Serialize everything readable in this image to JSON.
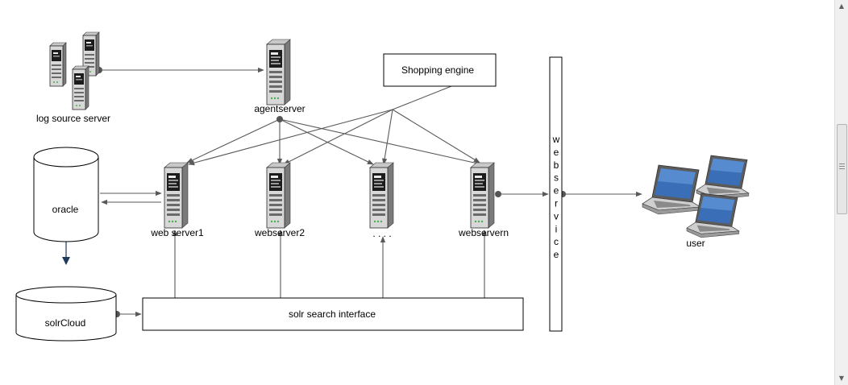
{
  "colors": {
    "edge": "#5a5a5a",
    "db_edge": "#1f3a5a",
    "box_stroke": "#000000"
  },
  "nodes": {
    "log_source_server": {
      "label": "log source server",
      "icon": "server-cluster-icon"
    },
    "agentserver": {
      "label": "agentserver",
      "icon": "server-icon"
    },
    "shopping_engine": {
      "label": "Shopping engine"
    },
    "oracle": {
      "label": "oracle",
      "icon": "database-cylinder"
    },
    "web_server1": {
      "label": "web server1",
      "icon": "server-icon"
    },
    "webserver2": {
      "label": "webserver2",
      "icon": "server-icon"
    },
    "more_servers": {
      "label": ". . . .",
      "icon": "server-icon"
    },
    "webservern": {
      "label": "webservern",
      "icon": "server-icon"
    },
    "webservice": {
      "label": "webservice"
    },
    "user": {
      "label": "user",
      "icon": "laptop-icon"
    },
    "solrcloud": {
      "label": "solrCloud",
      "icon": "database-cylinder"
    },
    "solr_search_interface": {
      "label": "solr search interface"
    }
  },
  "edges": [
    {
      "from": "log_source_server",
      "to": "agentserver"
    },
    {
      "from": "agentserver",
      "to": "web_server1"
    },
    {
      "from": "agentserver",
      "to": "webserver2"
    },
    {
      "from": "agentserver",
      "to": "more_servers"
    },
    {
      "from": "agentserver",
      "to": "webservern"
    },
    {
      "from": "shopping_engine",
      "to": "web_server1"
    },
    {
      "from": "shopping_engine",
      "to": "webserver2"
    },
    {
      "from": "shopping_engine",
      "to": "more_servers"
    },
    {
      "from": "shopping_engine",
      "to": "webservern"
    },
    {
      "from": "oracle",
      "to": "web_server1"
    },
    {
      "from": "web_server1",
      "to": "oracle"
    },
    {
      "from": "oracle",
      "to": "solrcloud"
    },
    {
      "from": "solrcloud",
      "to": "solr_search_interface"
    },
    {
      "from": "solr_search_interface",
      "to": "web_server1"
    },
    {
      "from": "solr_search_interface",
      "to": "webserver2"
    },
    {
      "from": "solr_search_interface",
      "to": "more_servers"
    },
    {
      "from": "solr_search_interface",
      "to": "webservern"
    },
    {
      "from": "webservern",
      "to": "webservice"
    },
    {
      "from": "webservice",
      "to": "user"
    }
  ],
  "scrollbar": {
    "up_icon": "scroll-up-arrow-icon",
    "down_icon": "scroll-down-arrow-icon"
  }
}
